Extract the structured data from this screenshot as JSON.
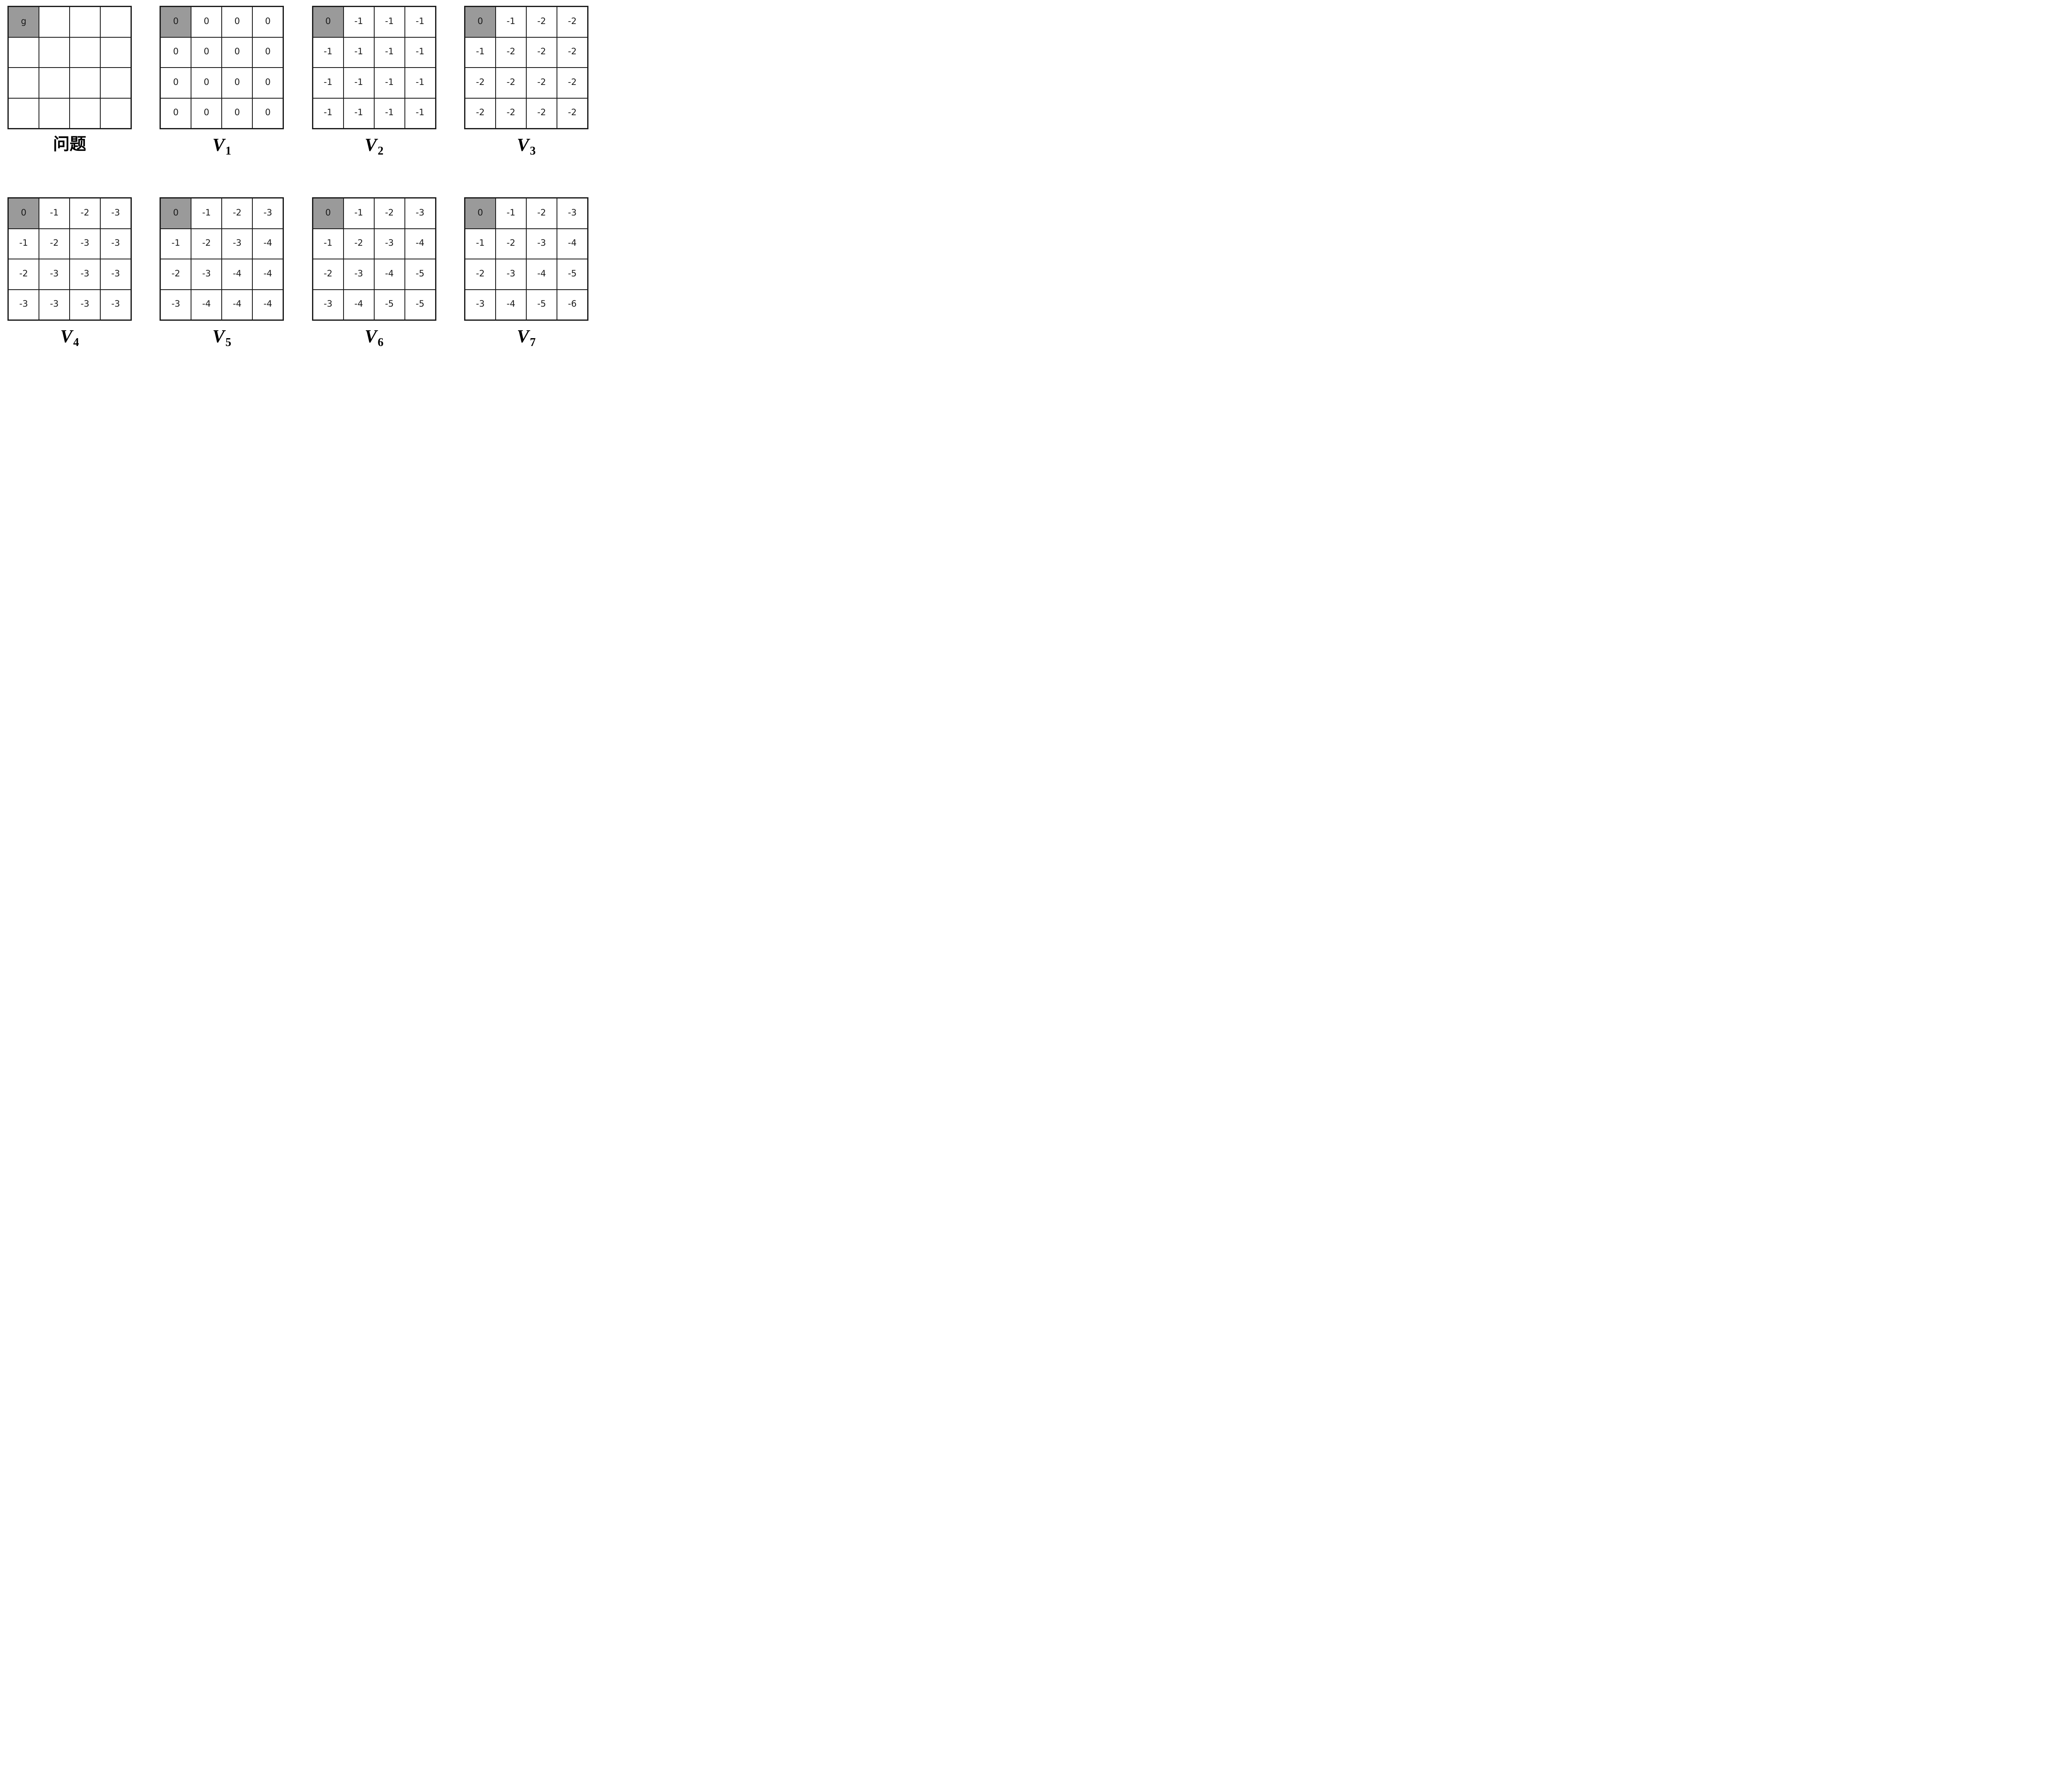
{
  "colors": {
    "page_background": "#ffffff",
    "cell_background": "#ffffff",
    "goal_cell_background": "#9a9a9a",
    "grid_border": "#1a1a1a",
    "text": "#1a1a1a"
  },
  "panels": [
    {
      "id": "problem",
      "caption_main": "问题",
      "caption_sub": "",
      "goal_cell": {
        "row": 0,
        "col": 0
      },
      "cells": [
        [
          "g",
          "",
          "",
          ""
        ],
        [
          "",
          "",
          "",
          ""
        ],
        [
          "",
          "",
          "",
          ""
        ],
        [
          "",
          "",
          "",
          ""
        ]
      ]
    },
    {
      "id": "v1",
      "caption_main": "V",
      "caption_sub": "1",
      "goal_cell": {
        "row": 0,
        "col": 0
      },
      "cells": [
        [
          "0",
          "0",
          "0",
          "0"
        ],
        [
          "0",
          "0",
          "0",
          "0"
        ],
        [
          "0",
          "0",
          "0",
          "0"
        ],
        [
          "0",
          "0",
          "0",
          "0"
        ]
      ]
    },
    {
      "id": "v2",
      "caption_main": "V",
      "caption_sub": "2",
      "goal_cell": {
        "row": 0,
        "col": 0
      },
      "cells": [
        [
          "0",
          "-1",
          "-1",
          "-1"
        ],
        [
          "-1",
          "-1",
          "-1",
          "-1"
        ],
        [
          "-1",
          "-1",
          "-1",
          "-1"
        ],
        [
          "-1",
          "-1",
          "-1",
          "-1"
        ]
      ]
    },
    {
      "id": "v3",
      "caption_main": "V",
      "caption_sub": "3",
      "goal_cell": {
        "row": 0,
        "col": 0
      },
      "cells": [
        [
          "0",
          "-1",
          "-2",
          "-2"
        ],
        [
          "-1",
          "-2",
          "-2",
          "-2"
        ],
        [
          "-2",
          "-2",
          "-2",
          "-2"
        ],
        [
          "-2",
          "-2",
          "-2",
          "-2"
        ]
      ]
    },
    {
      "id": "v4",
      "caption_main": "V",
      "caption_sub": "4",
      "goal_cell": {
        "row": 0,
        "col": 0
      },
      "cells": [
        [
          "0",
          "-1",
          "-2",
          "-3"
        ],
        [
          "-1",
          "-2",
          "-3",
          "-3"
        ],
        [
          "-2",
          "-3",
          "-3",
          "-3"
        ],
        [
          "-3",
          "-3",
          "-3",
          "-3"
        ]
      ]
    },
    {
      "id": "v5",
      "caption_main": "V",
      "caption_sub": "5",
      "goal_cell": {
        "row": 0,
        "col": 0
      },
      "cells": [
        [
          "0",
          "-1",
          "-2",
          "-3"
        ],
        [
          "-1",
          "-2",
          "-3",
          "-4"
        ],
        [
          "-2",
          "-3",
          "-4",
          "-4"
        ],
        [
          "-3",
          "-4",
          "-4",
          "-4"
        ]
      ]
    },
    {
      "id": "v6",
      "caption_main": "V",
      "caption_sub": "6",
      "goal_cell": {
        "row": 0,
        "col": 0
      },
      "cells": [
        [
          "0",
          "-1",
          "-2",
          "-3"
        ],
        [
          "-1",
          "-2",
          "-3",
          "-4"
        ],
        [
          "-2",
          "-3",
          "-4",
          "-5"
        ],
        [
          "-3",
          "-4",
          "-5",
          "-5"
        ]
      ]
    },
    {
      "id": "v7",
      "caption_main": "V",
      "caption_sub": "7",
      "goal_cell": {
        "row": 0,
        "col": 0
      },
      "cells": [
        [
          "0",
          "-1",
          "-2",
          "-3"
        ],
        [
          "-1",
          "-2",
          "-3",
          "-4"
        ],
        [
          "-2",
          "-3",
          "-4",
          "-5"
        ],
        [
          "-3",
          "-4",
          "-5",
          "-6"
        ]
      ]
    }
  ]
}
